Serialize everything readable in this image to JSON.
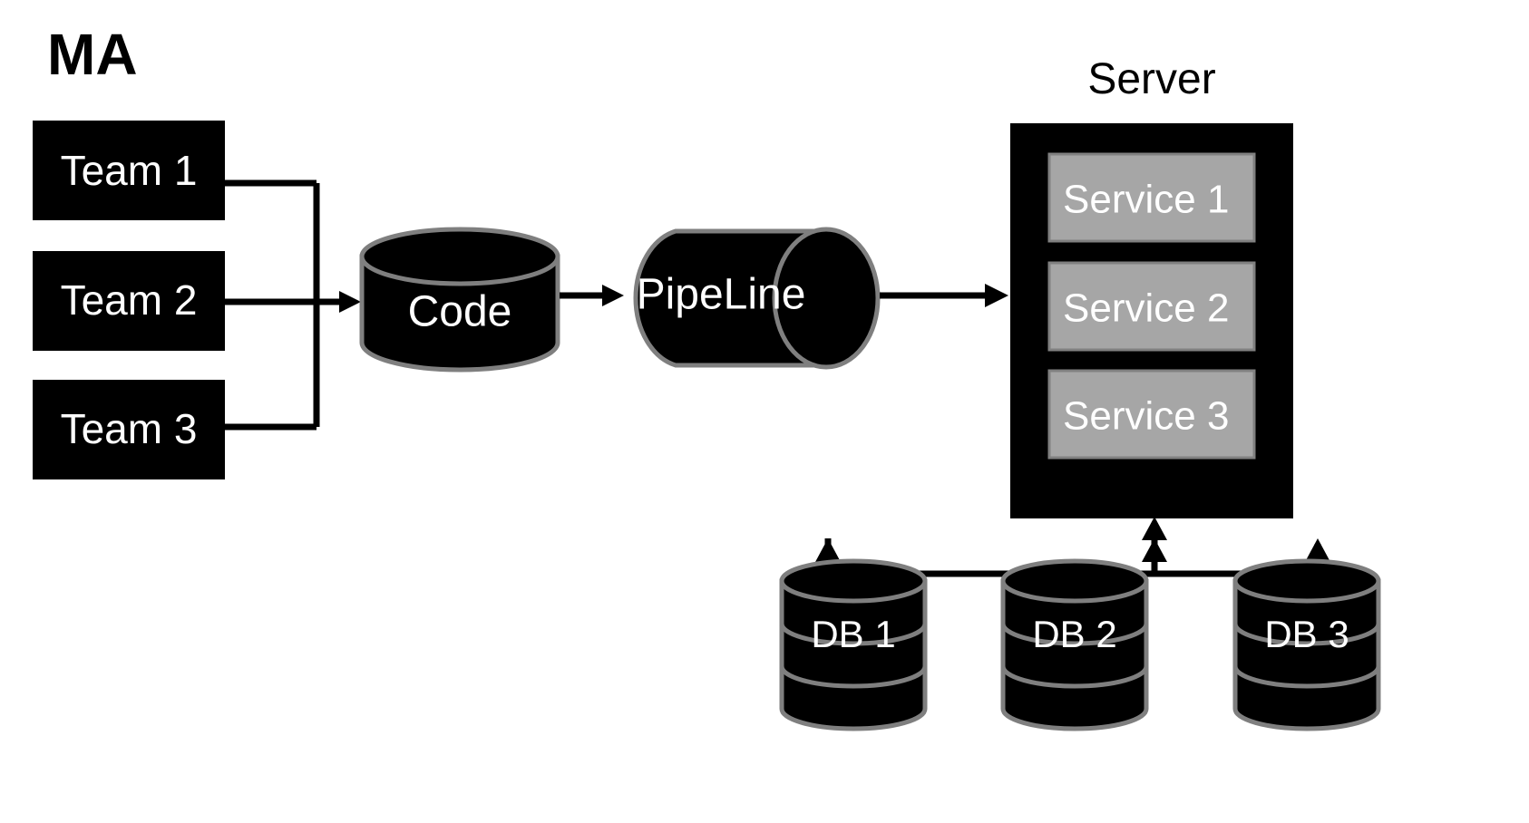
{
  "diagram": {
    "title": "MA",
    "server_title": "Server",
    "teams": [
      {
        "label": "Team 1"
      },
      {
        "label": "Team 2"
      },
      {
        "label": "Team 3"
      }
    ],
    "code_store": {
      "label": "Code"
    },
    "pipeline": {
      "label": "PipeLine"
    },
    "services": [
      {
        "label": "Service 1"
      },
      {
        "label": "Service 2"
      },
      {
        "label": "Service 3"
      }
    ],
    "databases": [
      {
        "label": "DB 1"
      },
      {
        "label": "DB 2"
      },
      {
        "label": "DB 3"
      }
    ],
    "colors": {
      "background": "#ffffff",
      "shape_fill": "#000000",
      "shape_outline": "#7f7f7f",
      "service_fill": "#a6a6a6",
      "service_outline": "#808080",
      "text_on_dark": "#ffffff",
      "text_on_light": "#000000",
      "connector": "#000000"
    }
  }
}
